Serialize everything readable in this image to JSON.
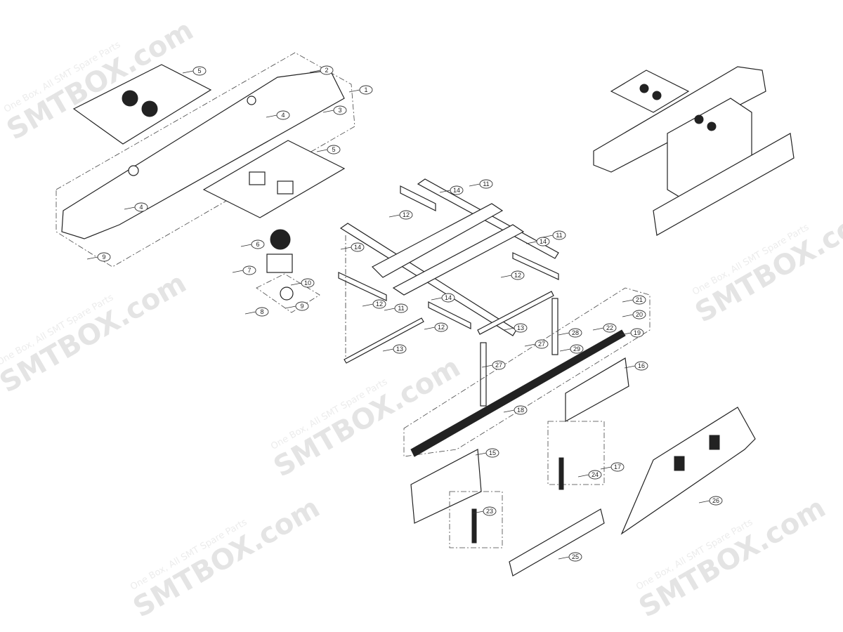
{
  "watermark": {
    "brand": "SMTBOX.com",
    "tagline": "One Box, All SMT Spare Parts"
  },
  "diagram": {
    "type": "exploded-parts-view",
    "callouts": [
      "5",
      "2",
      "1",
      "3",
      "4",
      "5",
      "4",
      "9",
      "6",
      "7",
      "10",
      "9",
      "8",
      "11",
      "14",
      "12",
      "11",
      "14",
      "14",
      "12",
      "12",
      "11",
      "14",
      "12",
      "13",
      "13",
      "27",
      "27",
      "28",
      "29",
      "22",
      "21",
      "20",
      "19",
      "16",
      "18",
      "15",
      "17",
      "24",
      "23",
      "25",
      "26"
    ]
  }
}
